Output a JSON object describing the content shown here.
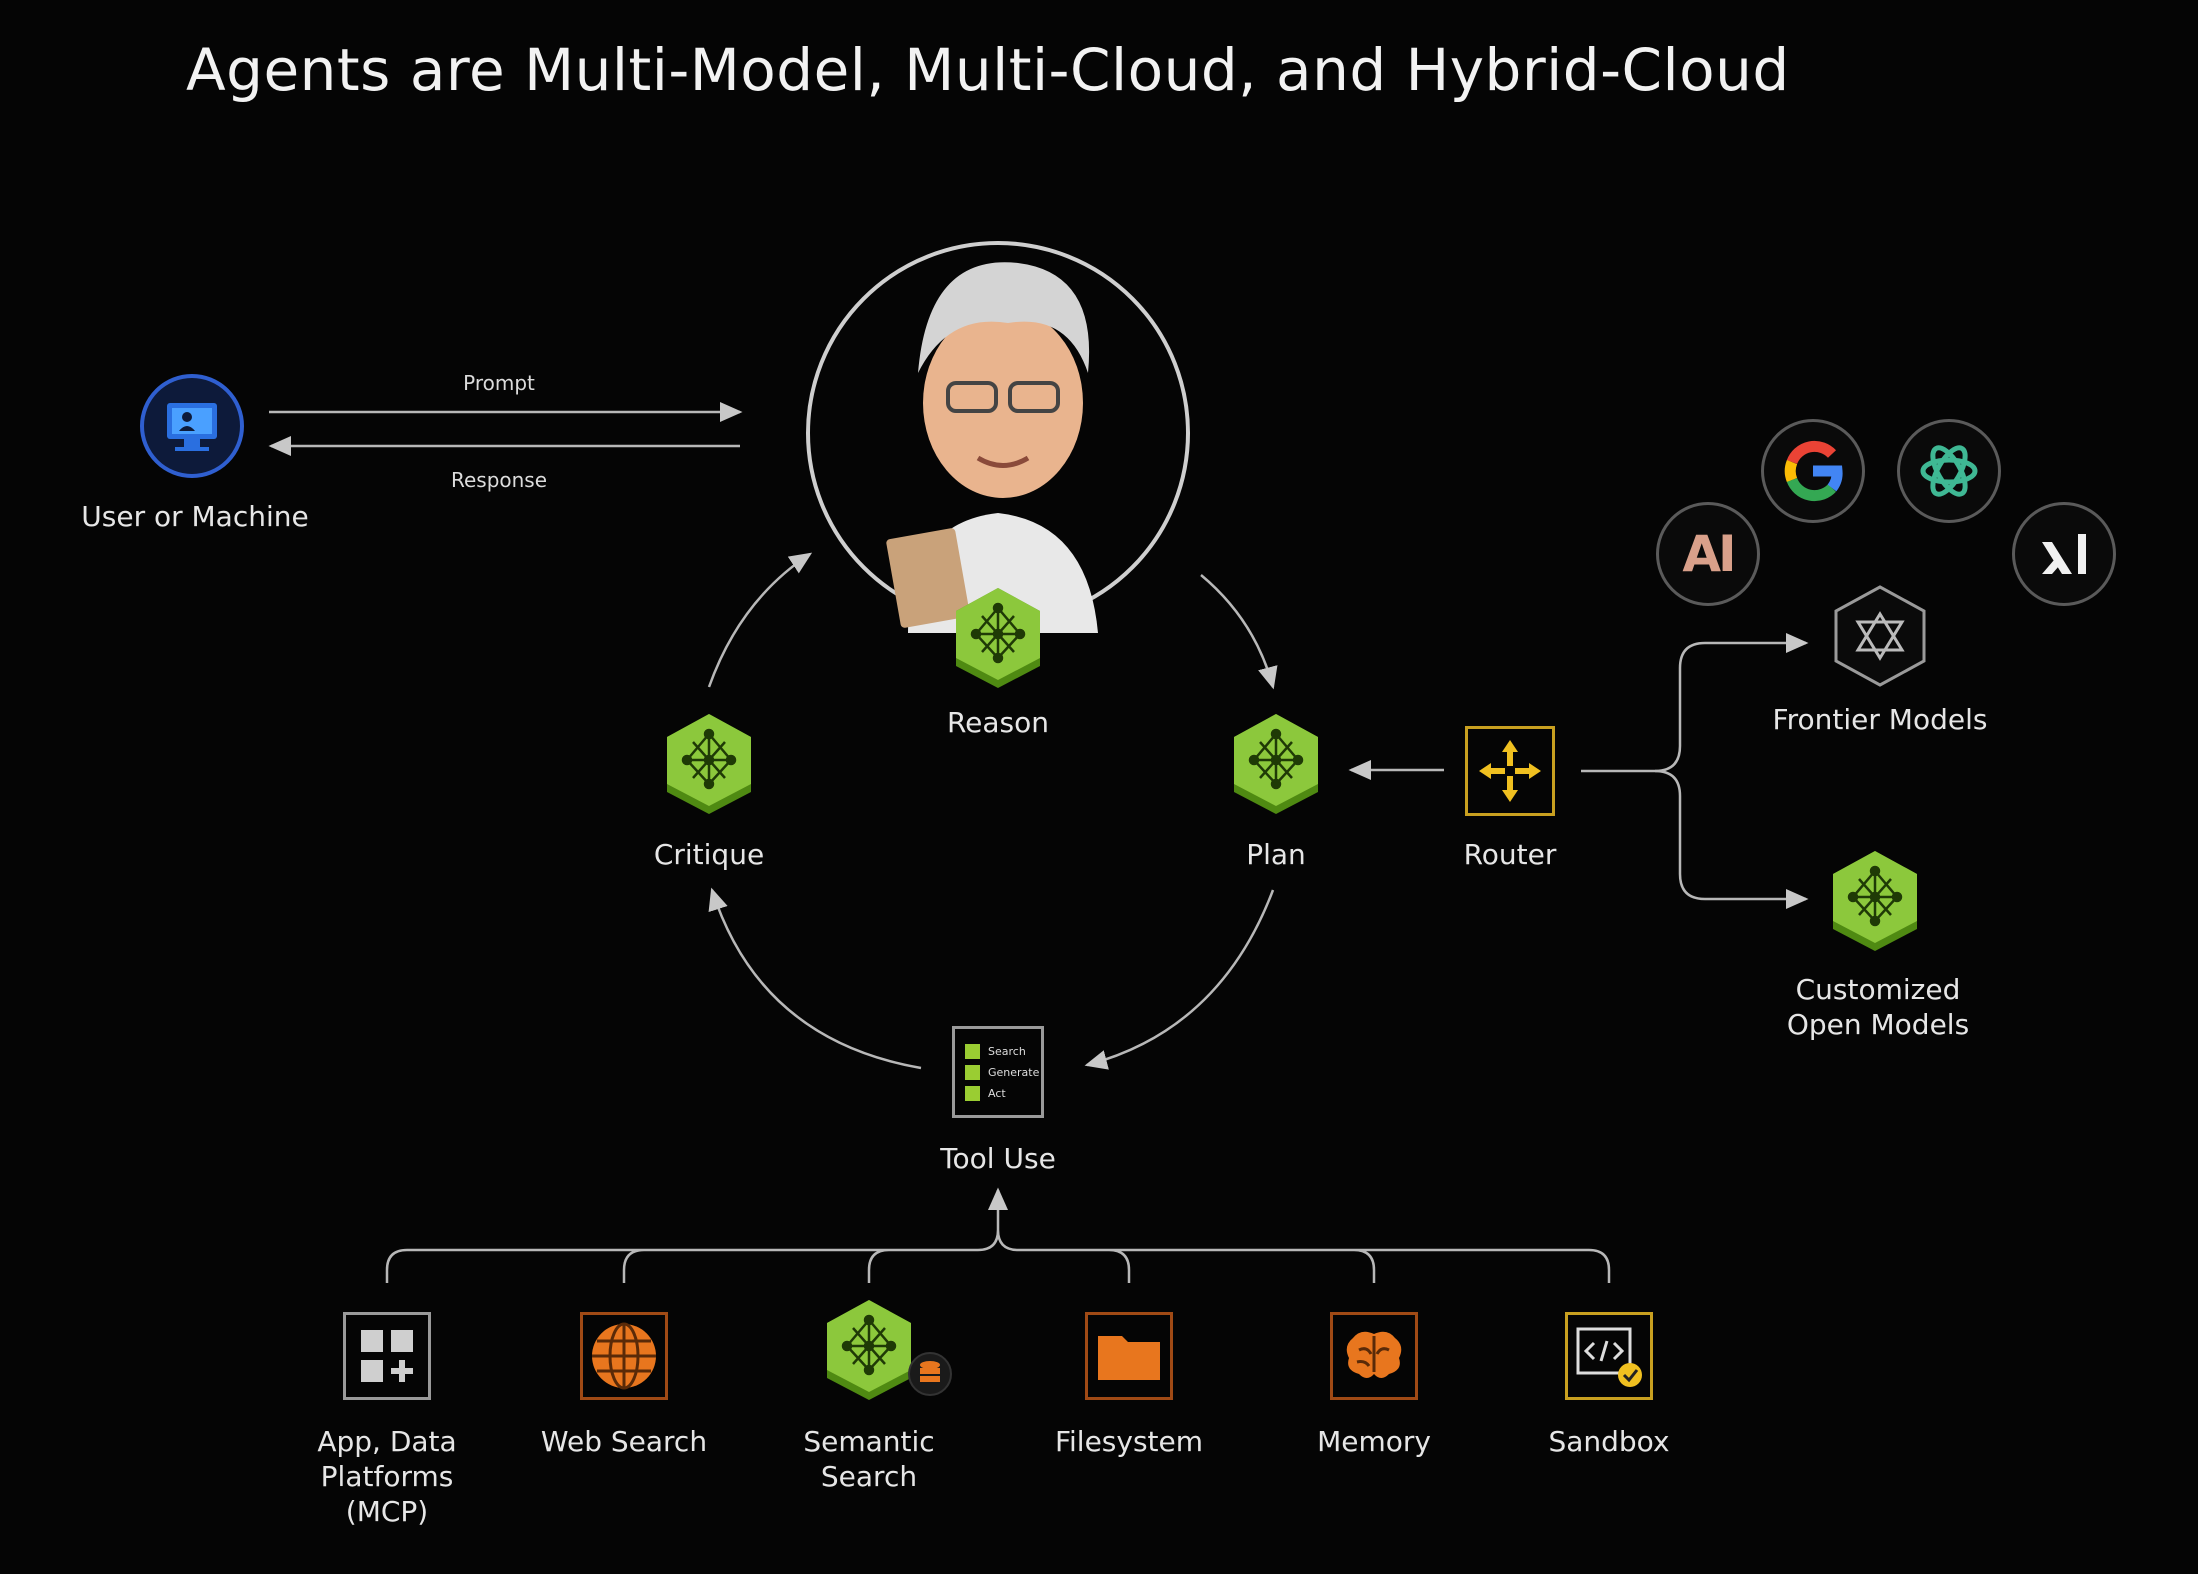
{
  "title": "Agents are Multi-Model, Multi-Cloud, and Hybrid-Cloud",
  "user": {
    "label": "User or Machine",
    "prompt": "Prompt",
    "response": "Response"
  },
  "loop": {
    "reason": "Reason",
    "critique": "Critique",
    "plan": "Plan",
    "tool_use": "Tool Use",
    "tool_items": [
      "Search",
      "Generate",
      "Act"
    ]
  },
  "router": {
    "label": "Router"
  },
  "models": {
    "frontier": "Frontier Models",
    "custom_line1": "Customized",
    "custom_line2": "Open Models",
    "logos": [
      "anthropic-logo",
      "google-logo",
      "openai-logo",
      "xai-logo"
    ],
    "anthropic_text": "AI"
  },
  "tools": [
    {
      "lines": [
        "App, Data",
        "Platforms",
        "(MCP)"
      ],
      "icon": "apps-icon"
    },
    {
      "lines": [
        "Web Search"
      ],
      "icon": "globe-icon"
    },
    {
      "lines": [
        "Semantic",
        "Search"
      ],
      "icon": "semantic-search-icon"
    },
    {
      "lines": [
        "Filesystem"
      ],
      "icon": "folder-icon"
    },
    {
      "lines": [
        "Memory"
      ],
      "icon": "brain-icon"
    },
    {
      "lines": [
        "Sandbox"
      ],
      "icon": "code-icon"
    }
  ],
  "colors": {
    "accent": "#76b900",
    "orange": "#e8761e",
    "line": "#b8b8b8",
    "router": "#e0b020"
  }
}
